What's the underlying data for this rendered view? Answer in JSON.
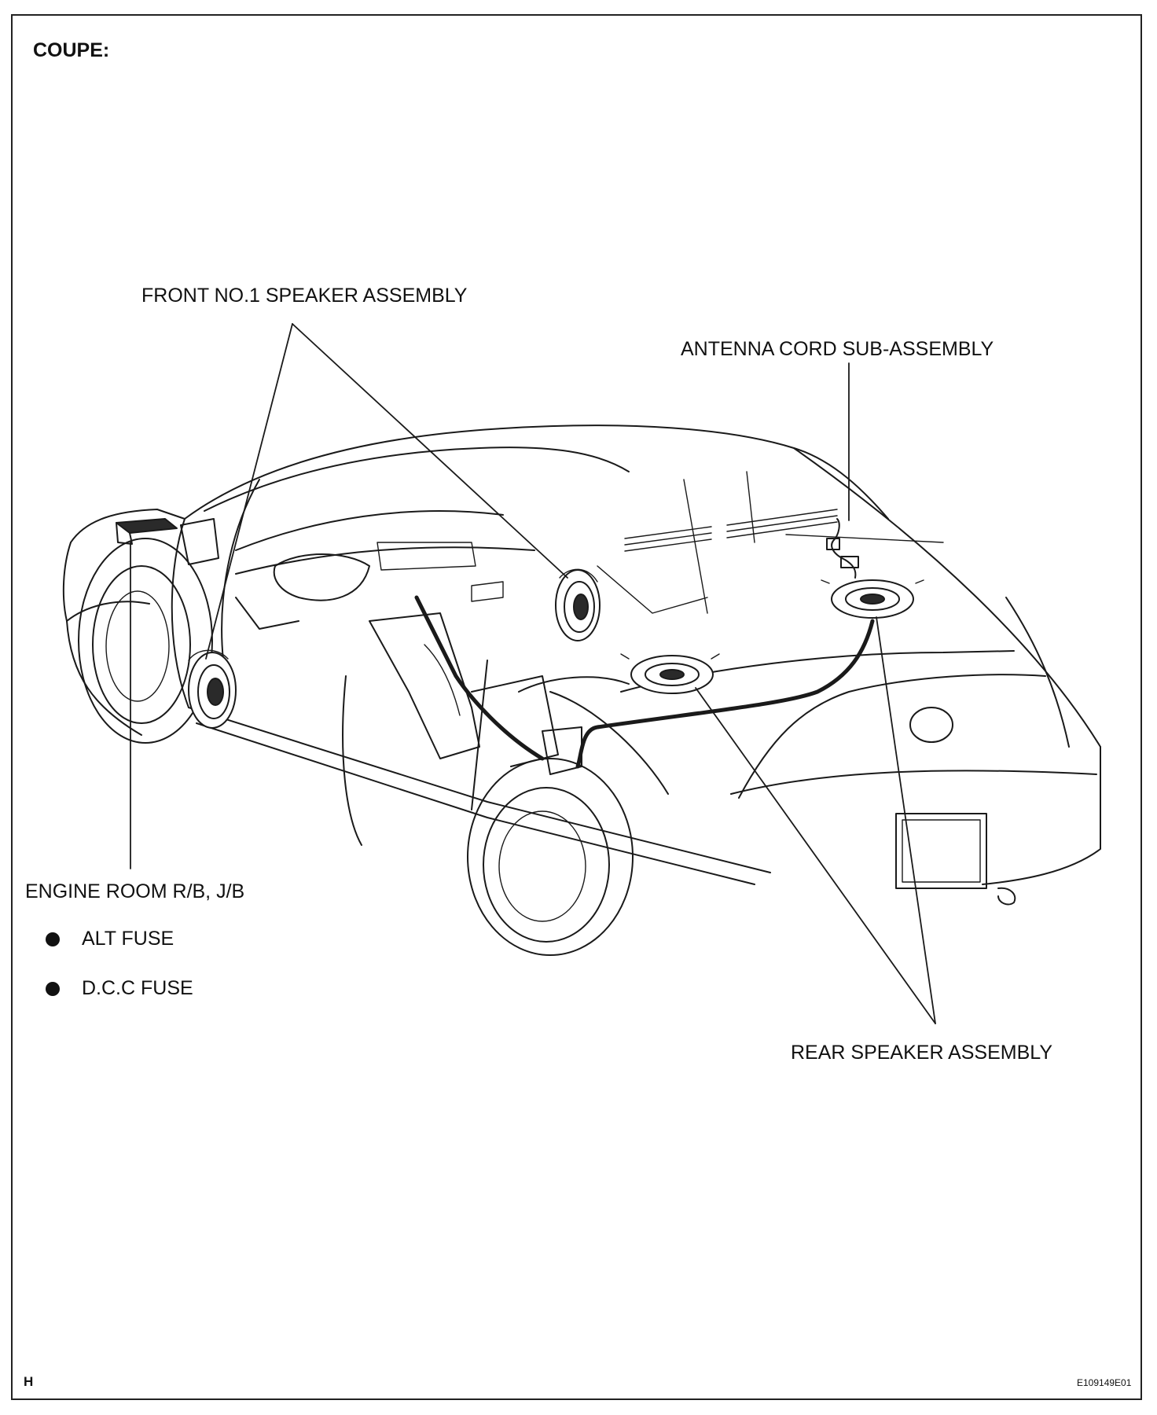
{
  "diagram": {
    "section_title": "COUPE:",
    "labels": {
      "front_speaker": "FRONT NO.1 SPEAKER ASSEMBLY",
      "antenna_cord": "ANTENNA CORD SUB-ASSEMBLY",
      "engine_room": "ENGINE ROOM R/B, J/B",
      "rear_speaker": "REAR SPEAKER ASSEMBLY"
    },
    "fuses": [
      "ALT FUSE",
      "D.C.C FUSE"
    ],
    "page_marker": "H",
    "figure_id": "E109149E01"
  }
}
